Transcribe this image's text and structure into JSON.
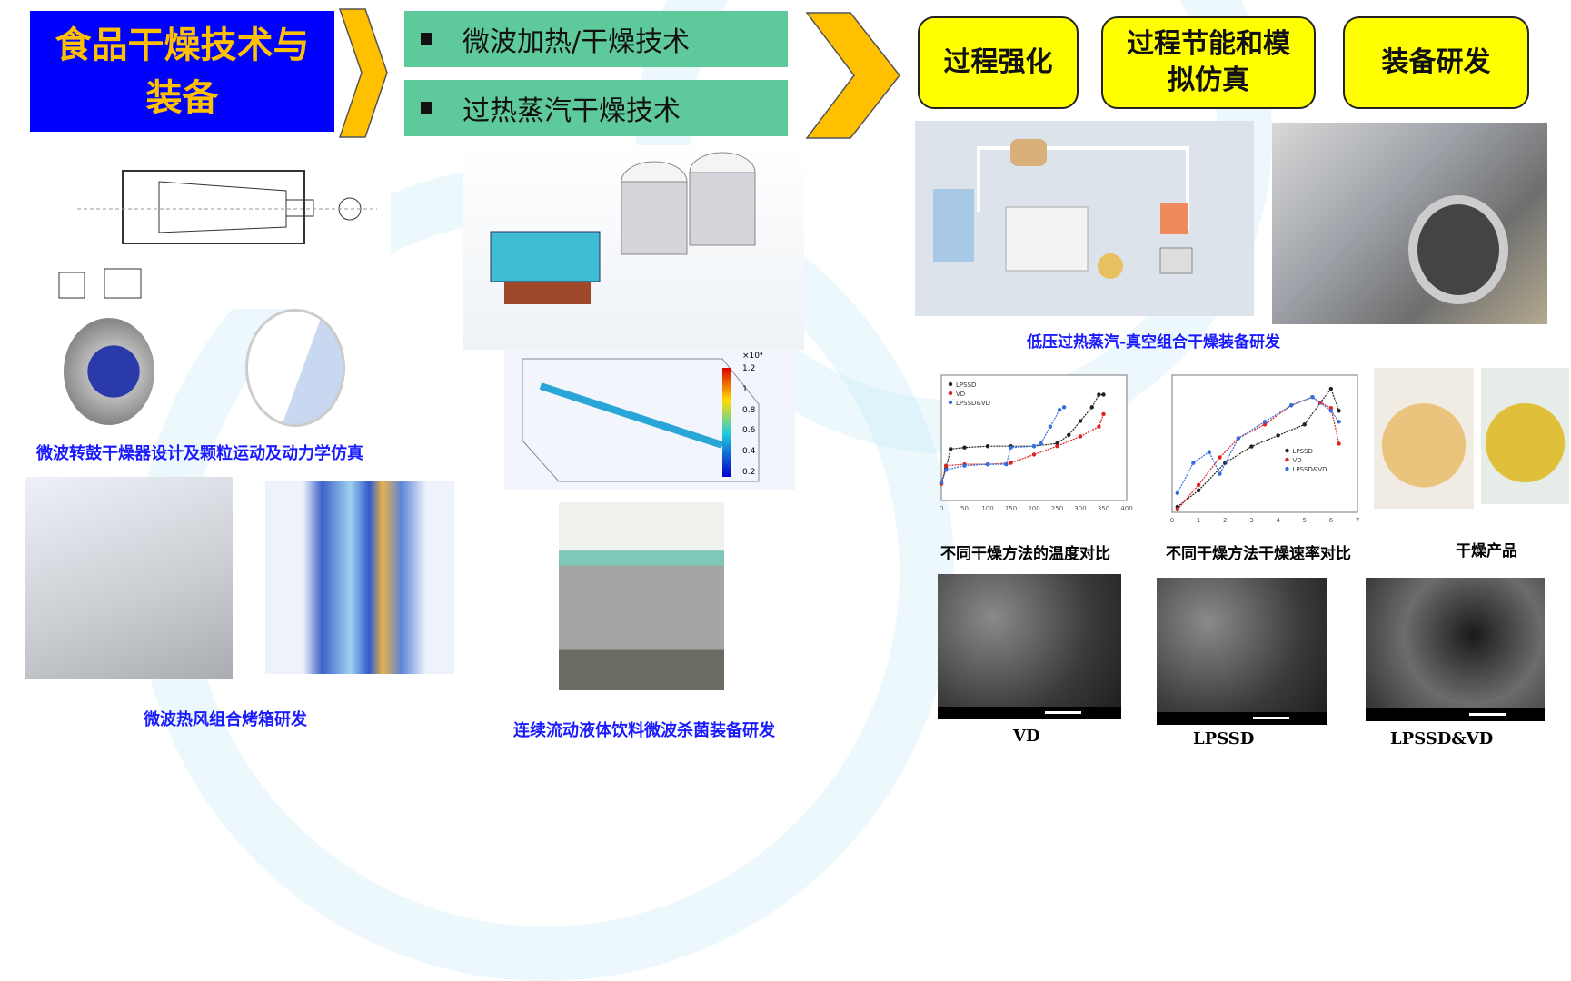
{
  "header": {
    "title": "食品干燥技术与装备",
    "techs": [
      "微波加热/干燥技术",
      "过热蒸汽干燥技术"
    ],
    "goals": [
      "过程强化",
      "过程节能和模拟仿真",
      "装备研发"
    ]
  },
  "left": {
    "caption_drum": "微波转鼓干燥器设计及颗粒运动及动力学仿真",
    "caption_oven": "微波热风组合烤箱研发"
  },
  "center": {
    "colorbar_exponent": "×10⁴",
    "colorbar_ticks": [
      "1.2",
      "1",
      "0.8",
      "0.6",
      "0.4",
      "0.2"
    ],
    "caption_sterilizer": "连续流动液体饮料微波杀菌装备研发"
  },
  "right": {
    "caption_equipment": "低压过热蒸汽-真空组合干燥装备研发",
    "caption_temp": "不同干燥方法的温度对比",
    "caption_rate": "不同干燥方法干燥速率对比",
    "caption_product": "干燥产品",
    "sem_labels": [
      "VD",
      "LPSSD",
      "LPSSD&VD"
    ]
  },
  "colors": {
    "title_bg": "#0000ff",
    "title_text": "#ffc000",
    "tech_bg": "#5ec99a",
    "goal_bg": "#ffff00",
    "chevron": "#ffc000",
    "caption": "#1a1aff"
  },
  "chart_data": [
    {
      "type": "line",
      "title": "不同干燥方法的温度对比",
      "xlim": [
        0,
        400
      ],
      "ylim": [
        15,
        105
      ],
      "xticks": [
        "0",
        "50",
        "100",
        "150",
        "200",
        "250",
        "300",
        "350",
        "400"
      ],
      "series": [
        {
          "name": "LPSSD",
          "color": "#222222",
          "x": [
            0,
            10,
            20,
            50,
            100,
            150,
            200,
            250,
            275,
            300,
            325,
            340,
            350
          ],
          "y": [
            27,
            38,
            52,
            53,
            54,
            54,
            54,
            56,
            62,
            72,
            82,
            91,
            91
          ]
        },
        {
          "name": "VD",
          "color": "#e02020",
          "x": [
            0,
            10,
            50,
            100,
            150,
            200,
            250,
            300,
            340,
            350
          ],
          "y": [
            27,
            40,
            41,
            41,
            42,
            48,
            54,
            61,
            68,
            77
          ]
        },
        {
          "name": "LPSSD&VD",
          "color": "#3070e0",
          "x": [
            0,
            10,
            50,
            100,
            140,
            150,
            200,
            215,
            235,
            255,
            265
          ],
          "y": [
            28,
            37,
            40,
            41,
            41,
            53,
            54,
            56,
            68,
            80,
            82
          ]
        }
      ]
    },
    {
      "type": "line",
      "title": "不同干燥方法干燥速率对比",
      "xlim": [
        0,
        7
      ],
      "ylim": [
        0,
        0.05
      ],
      "xticks": [
        "0",
        "1",
        "2",
        "3",
        "4",
        "5",
        "6",
        "7"
      ],
      "series": [
        {
          "name": "LPSSD",
          "color": "#222222",
          "x": [
            0.2,
            1,
            2,
            3,
            4,
            5,
            5.6,
            6,
            6.3
          ],
          "y": [
            0.002,
            0.008,
            0.018,
            0.024,
            0.028,
            0.032,
            0.04,
            0.045,
            0.037
          ]
        },
        {
          "name": "VD",
          "color": "#e02020",
          "x": [
            0.2,
            1,
            1.8,
            2.5,
            3.5,
            4.5,
            5.3,
            5.6,
            6,
            6.3
          ],
          "y": [
            0.001,
            0.01,
            0.02,
            0.027,
            0.032,
            0.039,
            0.042,
            0.04,
            0.038,
            0.025
          ]
        },
        {
          "name": "LPSSD&VD",
          "color": "#3070e0",
          "x": [
            0.2,
            0.8,
            1.4,
            1.8,
            2.5,
            3.5,
            4.5,
            5.3,
            6,
            6.3
          ],
          "y": [
            0.007,
            0.018,
            0.022,
            0.014,
            0.027,
            0.033,
            0.039,
            0.042,
            0.037,
            0.033
          ]
        }
      ]
    }
  ]
}
